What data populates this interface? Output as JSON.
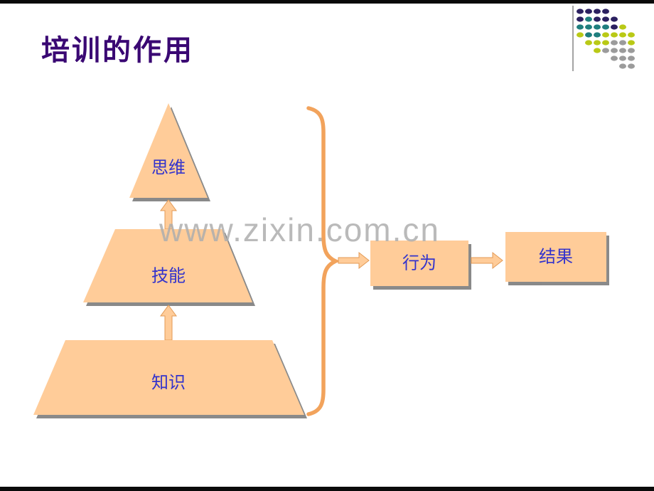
{
  "slide": {
    "title": "培训的作用",
    "watermark": "www.zixin.com.cn"
  },
  "diagram": {
    "pyramid_levels": [
      {
        "label": "思维"
      },
      {
        "label": "技能"
      },
      {
        "label": "知识"
      }
    ],
    "flow_boxes": [
      {
        "label": "行为"
      },
      {
        "label": "结果"
      }
    ]
  },
  "colors": {
    "title_text": "#3a0873",
    "shape_fill": "#ffcc99",
    "shape_shadow": "#757575",
    "label_text": "#3333cc",
    "accent_orange": "#f2a35c",
    "watermark": "#aeaeae",
    "border_bars": "#0a0a0a",
    "dot_dark_purple": "#2b2060",
    "dot_teal": "#1f7e7e",
    "dot_yellow_green": "#b9c916",
    "dot_gray": "#9b9b9b"
  }
}
